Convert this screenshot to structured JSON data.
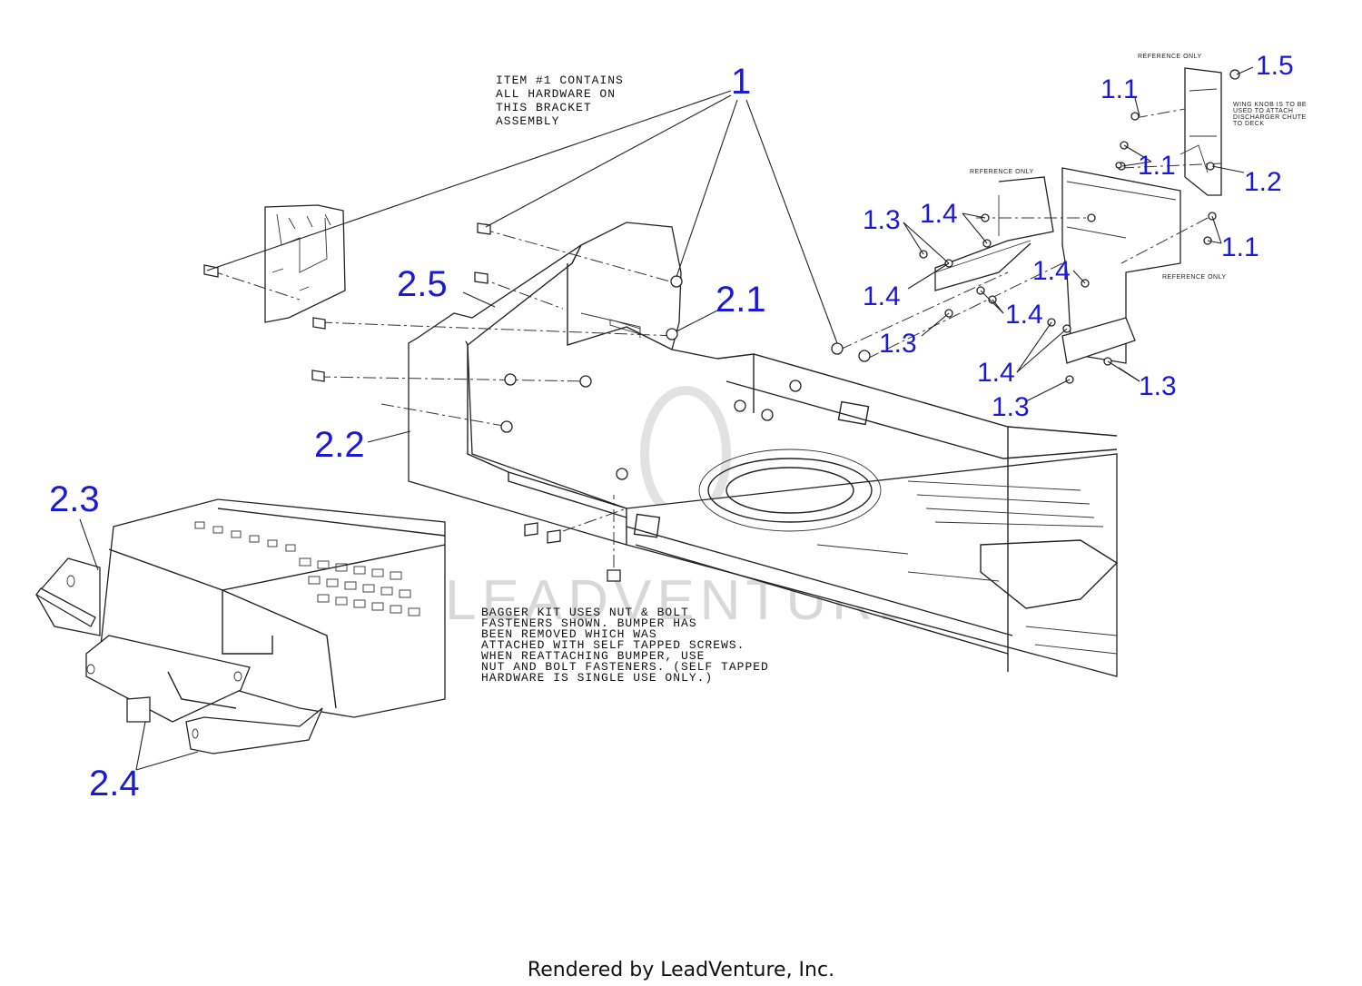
{
  "callouts": {
    "c1": "1",
    "c1_1a": "1.1",
    "c1_1b": "1.1",
    "c1_1c": "1.1",
    "c1_2": "1.2",
    "c1_3a": "1.3",
    "c1_3b": "1.3",
    "c1_3c": "1.3",
    "c1_3d": "1.3",
    "c1_4a": "1.4",
    "c1_4b": "1.4",
    "c1_4c": "1.4",
    "c1_4d": "1.4",
    "c1_4e": "1.4",
    "c1_5": "1.5",
    "c2_1": "2.1",
    "c2_2": "2.2",
    "c2_3": "2.3",
    "c2_4": "2.4",
    "c2_5": "2.5"
  },
  "notes": {
    "item1": [
      "ITEM #1 CONTAINS",
      "ALL HARDWARE ON",
      "THIS BRACKET",
      "ASSEMBLY"
    ],
    "bagger": [
      "BAGGER KIT USES NUT & BOLT",
      "FASTENERS SHOWN. BUMPER HAS",
      "BEEN REMOVED WHICH WAS",
      "ATTACHED WITH SELF TAPPED SCREWS.",
      "WHEN REATTACHING BUMPER, USE",
      "NUT AND BOLT FASTENERS. (SELF TAPPED",
      "HARDWARE IS SINGLE USE ONLY.)"
    ],
    "ref_top": "REFERENCE ONLY",
    "ref_mid": "REFERENCE ONLY",
    "ref_right": "REFERENCE ONLY",
    "wing": [
      "WING KNOB IS TO BE",
      "USED TO ATTACH",
      "DISCHARGER CHUTE",
      "TO DECK"
    ]
  },
  "watermark": "LEADVENTURE",
  "footer": "Rendered by LeadVenture, Inc."
}
